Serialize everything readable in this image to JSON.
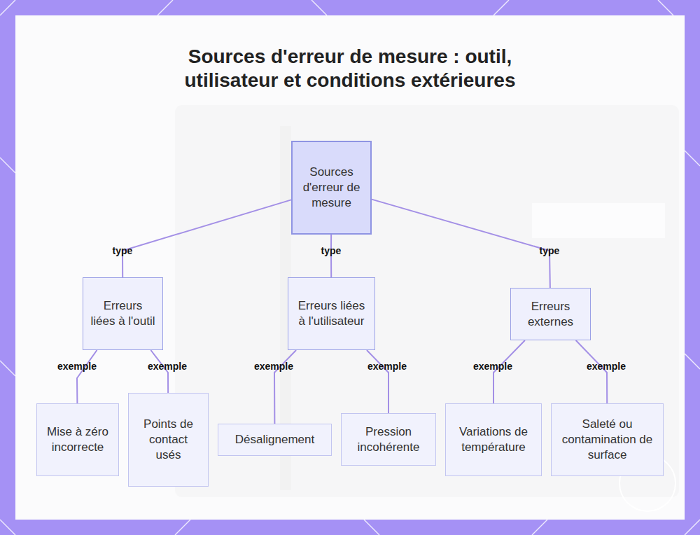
{
  "diagram": {
    "title": "Sources d'erreur de mesure : outil, utilisateur et conditions extérieures",
    "nodes": [
      {
        "text": [
          "Sources d'erreur de mesure"
        ]
      },
      {
        "text": [
          "Erreurs liées à l'outil"
        ]
      },
      {
        "text": [
          "Erreurs liées à l'utilisateur"
        ]
      },
      {
        "text": [
          "Erreurs externes"
        ]
      },
      {
        "text": [
          "Mise à zéro incorrecte"
        ]
      },
      {
        "text": [
          "Points de contact usés"
        ]
      },
      {
        "text": [
          "Désalignement"
        ]
      },
      {
        "text": [
          "Pression incohérente"
        ]
      },
      {
        "text": [
          "Variations de température"
        ]
      },
      {
        "text": [
          "Saleté ou contamination de surface"
        ]
      }
    ],
    "edges": [
      {
        "from": 0,
        "to": 1,
        "label": "type",
        "arrow": "none"
      },
      {
        "from": 0,
        "to": 2,
        "label": "type",
        "arrow": "none"
      },
      {
        "from": 0,
        "to": 3,
        "label": "type",
        "arrow": "none"
      },
      {
        "from": 1,
        "to": 4,
        "label": "exemple",
        "arrow": "none"
      },
      {
        "from": 1,
        "to": 5,
        "label": "exemple",
        "arrow": "none"
      },
      {
        "from": 2,
        "to": 6,
        "label": "exemple",
        "arrow": "none"
      },
      {
        "from": 2,
        "to": 7,
        "label": "exemple",
        "arrow": "none"
      },
      {
        "from": 3,
        "to": 8,
        "label": "exemple",
        "arrow": "none"
      },
      {
        "from": 3,
        "to": 9,
        "label": "exemple",
        "arrow": "none"
      }
    ]
  }
}
